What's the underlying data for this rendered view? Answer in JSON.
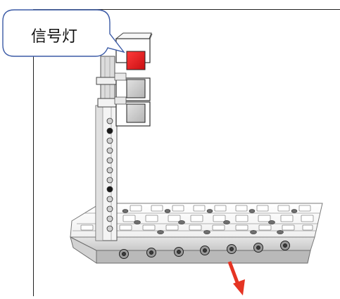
{
  "callout": {
    "label": "信号灯"
  },
  "colors": {
    "active_lamp": "#e8141b",
    "inactive_lamp": "#c9c9c9",
    "frame_stroke": "#222222",
    "callout_stroke": "#3b5aa6",
    "arrow": "#e53423"
  },
  "lamps": [
    {
      "position": "top",
      "state": "on"
    },
    {
      "position": "middle",
      "state": "off"
    },
    {
      "position": "bottom",
      "state": "off"
    }
  ]
}
